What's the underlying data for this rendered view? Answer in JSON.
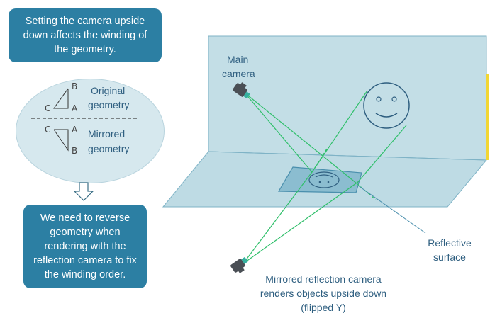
{
  "callouts": {
    "top": "Setting the camera upside down  affects the winding of the geometry.",
    "bottom": "We need to reverse geometry when rendering with the reflection camera to fix the winding order."
  },
  "winding": {
    "original_line1": "Original",
    "original_line2": "geometry",
    "mirrored_line1": "Mirrored",
    "mirrored_line2": "geometry",
    "vertex_a": "A",
    "vertex_b": "B",
    "vertex_c": "C"
  },
  "scene": {
    "main_camera_line1": "Main",
    "main_camera_line2": "camera",
    "reflective_line1": "Reflective",
    "reflective_line2": "surface",
    "mirror_line1": "Mirrored reflection camera",
    "mirror_line2": "renders objects upside down",
    "mirror_line3": "(flipped Y)"
  },
  "colors": {
    "callout_bg": "#2c7fa3",
    "plane_fill": "#bedbe4",
    "ray_green": "#2fbf6a",
    "text_blue": "#2f5f80",
    "highlight_yellow": "#f2d633"
  },
  "icons": [
    "down-arrow-icon",
    "camera-icon",
    "smiley-face-icon"
  ]
}
